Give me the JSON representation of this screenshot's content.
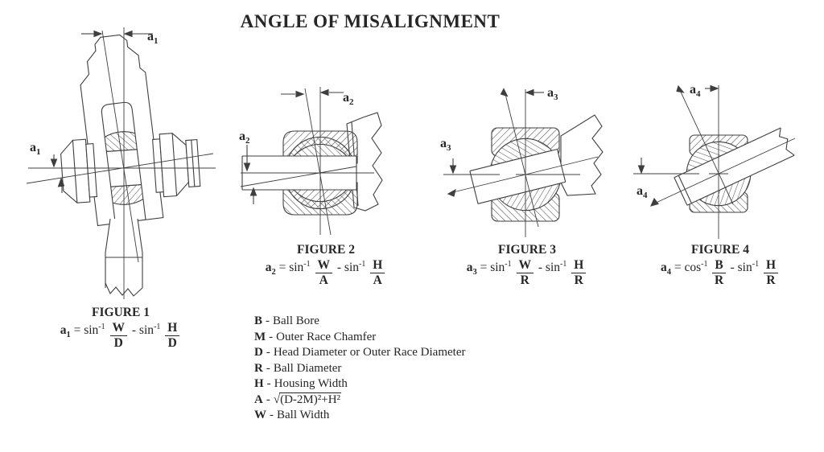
{
  "title": "ANGLE OF MISALIGNMENT",
  "colors": {
    "ink": "#262626",
    "line": "#3f3f3f"
  },
  "figures": [
    {
      "caption": "FIGURE 1",
      "angle_var": "a",
      "angle_sub": "1",
      "f": {
        "var": "a",
        "var_sub": "1",
        "eq": "=",
        "fn1": "sin",
        "exp1": "-1",
        "num1": "W",
        "den1": "D",
        "minus": "-",
        "fn2": "sin",
        "exp2": "-1",
        "num2": "H",
        "den2": "D"
      }
    },
    {
      "caption": "FIGURE 2",
      "angle_var": "a",
      "angle_sub": "2",
      "f": {
        "var": "a",
        "var_sub": "2",
        "eq": "=",
        "fn1": "sin",
        "exp1": "-1",
        "num1": "W",
        "den1": "A",
        "minus": "-",
        "fn2": "sin",
        "exp2": "-1",
        "num2": "H",
        "den2": "A"
      }
    },
    {
      "caption": "FIGURE 3",
      "angle_var": "a",
      "angle_sub": "3",
      "f": {
        "var": "a",
        "var_sub": "3",
        "eq": "=",
        "fn1": "sin",
        "exp1": "-1",
        "num1": "W",
        "den1": "R",
        "minus": "-",
        "fn2": "sin",
        "exp2": "-1",
        "num2": "H",
        "den2": "R"
      }
    },
    {
      "caption": "FIGURE 4",
      "angle_var": "a",
      "angle_sub": "4",
      "f": {
        "var": "a",
        "var_sub": "4",
        "eq": "=",
        "fn1": "cos",
        "exp1": "-1",
        "num1": "B",
        "den1": "R",
        "minus": "-",
        "fn2": "sin",
        "exp2": "-1",
        "num2": "H",
        "den2": "R"
      }
    }
  ],
  "legend": {
    "rows": [
      {
        "symbol": "B",
        "sep": "-",
        "desc": "Ball Bore"
      },
      {
        "symbol": "M",
        "sep": "-",
        "desc": "Outer Race Chamfer"
      },
      {
        "symbol": "D",
        "sep": "-",
        "desc": "Head Diameter or Outer Race Diameter"
      },
      {
        "symbol": "R",
        "sep": "-",
        "desc": "Ball Diameter"
      },
      {
        "symbol": "H",
        "sep": "-",
        "desc": "Housing Width"
      },
      {
        "symbol": "A",
        "sep": "-",
        "radical_sign": "√",
        "radicand": "(D-2M)²+H²"
      },
      {
        "symbol": "W",
        "sep": "-",
        "desc": "Ball Width"
      }
    ]
  }
}
